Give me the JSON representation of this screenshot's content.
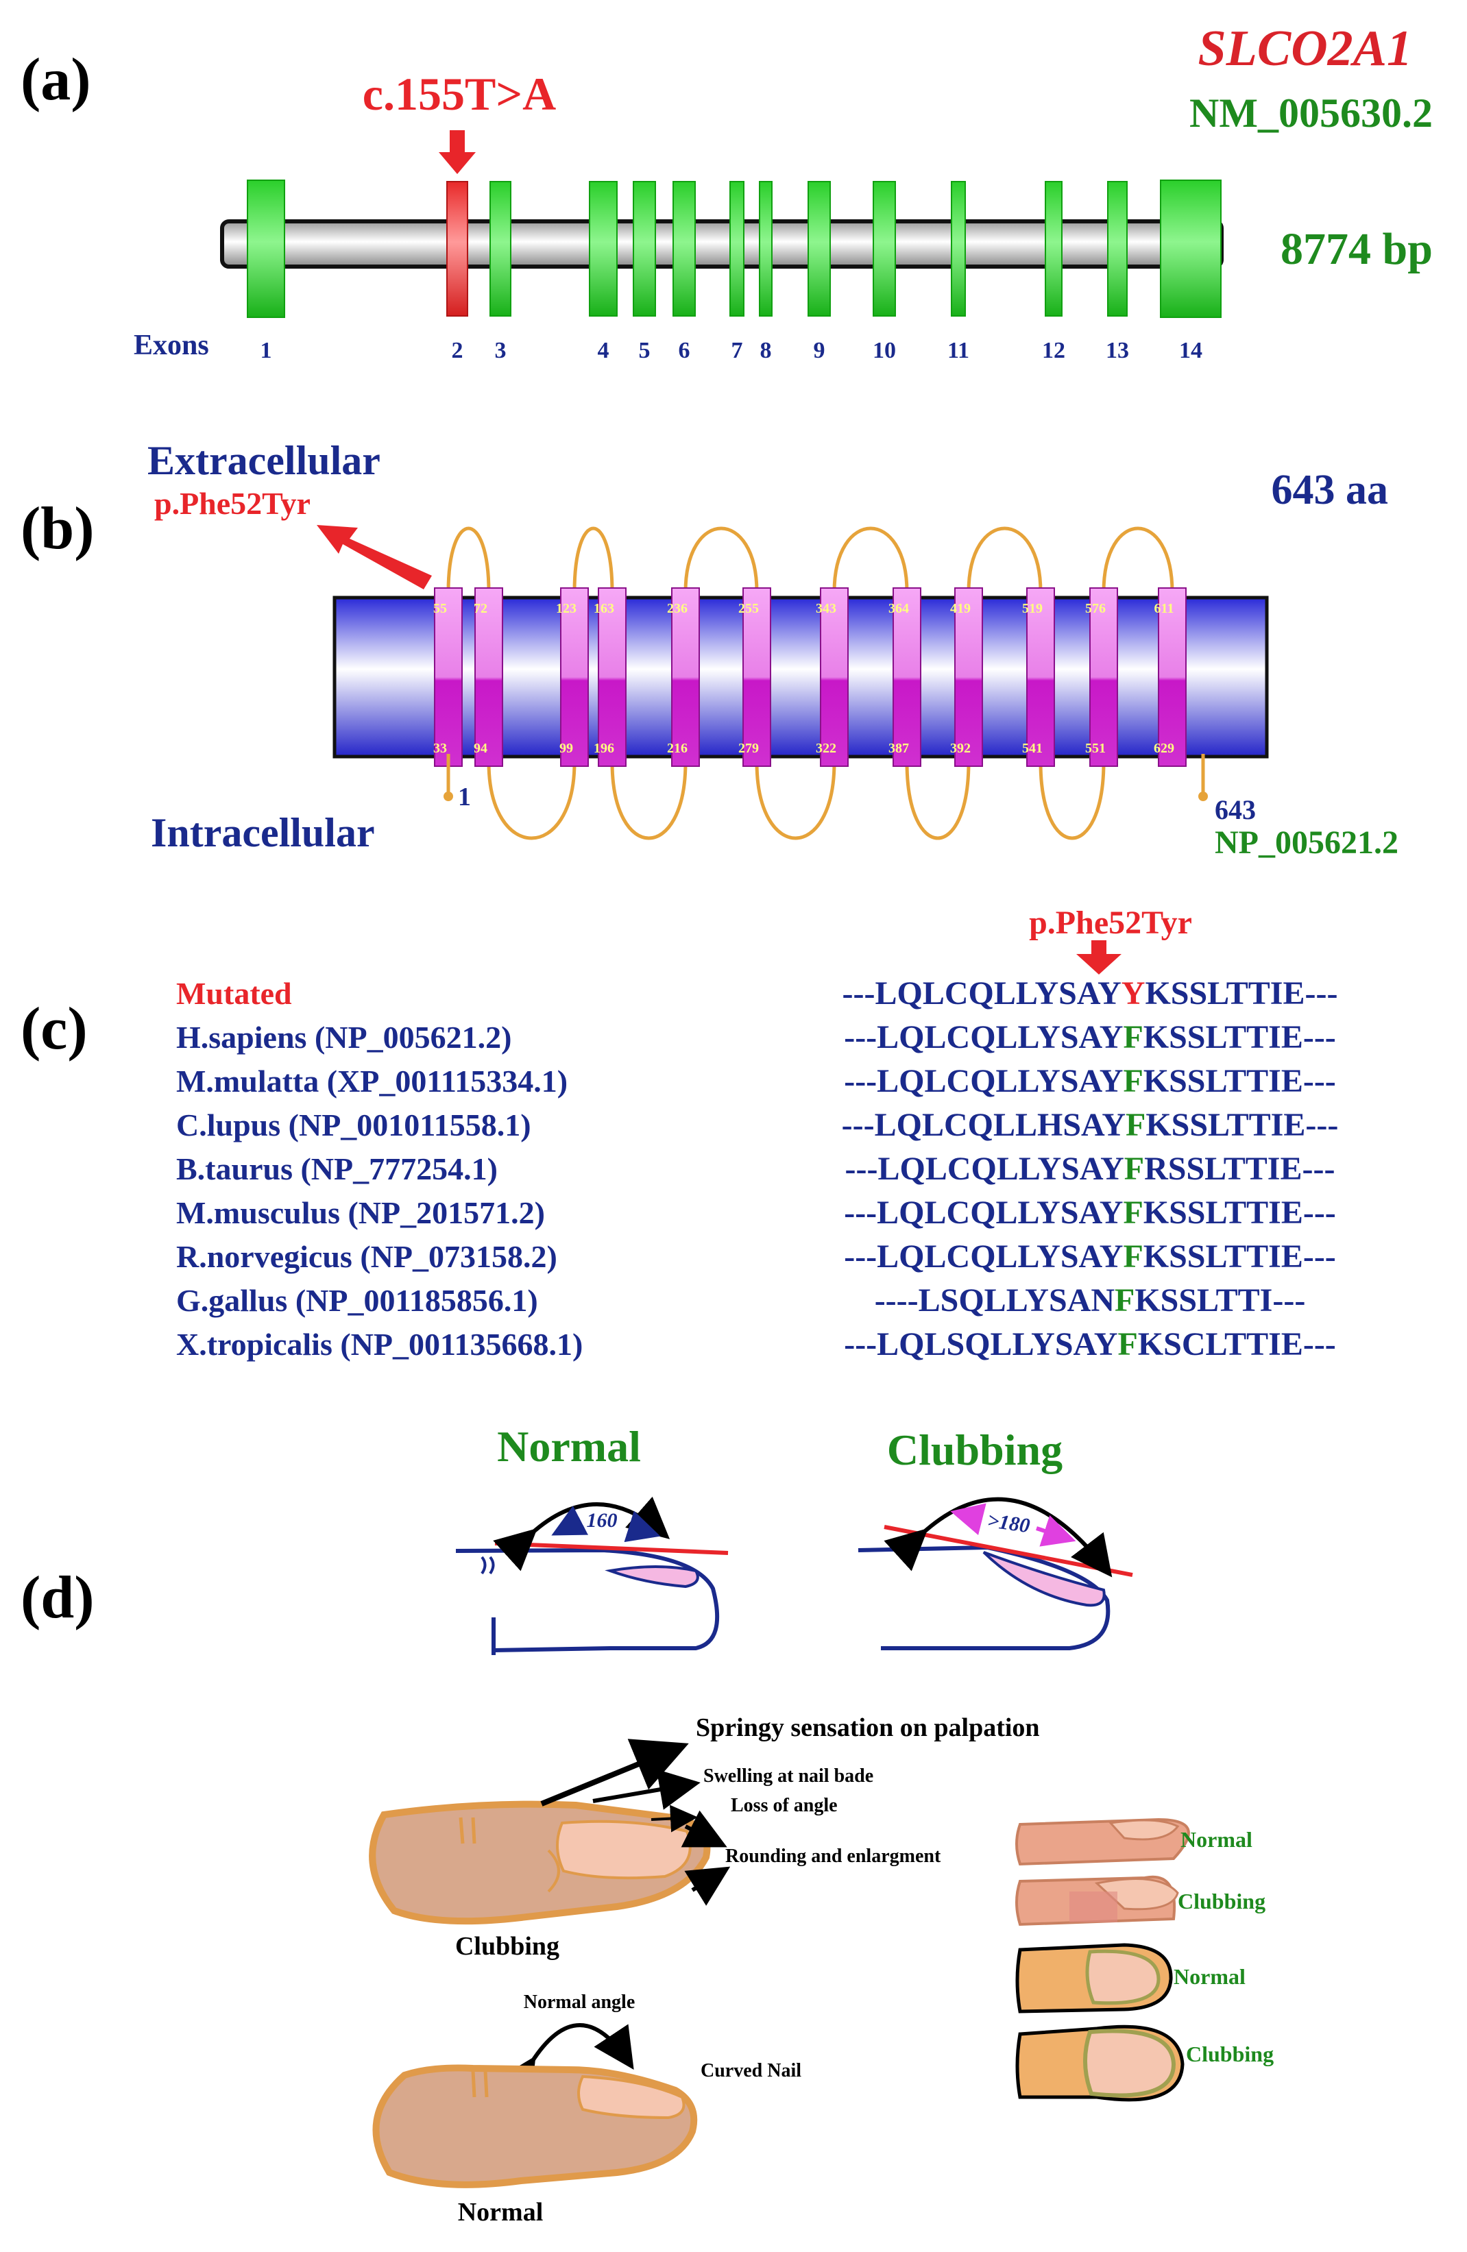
{
  "panel_a": {
    "label": "(a)",
    "gene": "SLCO2A1",
    "transcript": "NM_005630.2",
    "length": "8774 bp",
    "mutation": "c.155T>A",
    "exons_label": "Exons",
    "exons": [
      "1",
      "2",
      "3",
      "4",
      "5",
      "6",
      "7",
      "8",
      "9",
      "10",
      "11",
      "12",
      "13",
      "14"
    ],
    "mutated_exon": "2"
  },
  "panel_b": {
    "label": "(b)",
    "extracellular": "Extracellular",
    "intracellular": "Intracellular",
    "mutation": "p.Phe52Tyr",
    "protein_length": "643 aa",
    "protein_id": "NP_005621.2",
    "start": "1",
    "end": "643",
    "top_numbers": [
      "55",
      "72",
      "123",
      "163",
      "236",
      "255",
      "343",
      "364",
      "419",
      "519",
      "576",
      "611"
    ],
    "bottom_numbers": [
      "33",
      "94",
      "99",
      "196",
      "216",
      "279",
      "322",
      "387",
      "392",
      "541",
      "551",
      "629"
    ]
  },
  "panel_c": {
    "label": "(c)",
    "mutation": "p.Phe52Tyr",
    "rows": [
      {
        "name": "Mutated",
        "pre": "---LQLCQLLYSAY",
        "mid": "Y",
        "post": "KSSLTTIE---"
      },
      {
        "name": "H.sapiens (NP_005621.2)",
        "pre": "---LQLCQLLYSAY",
        "mid": "F",
        "post": "KSSLTTIE---"
      },
      {
        "name": "M.mulatta (XP_001115334.1)",
        "pre": "---LQLCQLLYSAY",
        "mid": "F",
        "post": "KSSLTTIE---"
      },
      {
        "name": "C.lupus (NP_001011558.1)",
        "pre": "---LQLCQLLHSAY",
        "mid": "F",
        "post": "KSSLTTIE---"
      },
      {
        "name": "B.taurus (NP_777254.1)",
        "pre": "---LQLCQLLYSAY",
        "mid": "F",
        "post": "RSSLTTIE---"
      },
      {
        "name": "M.musculus (NP_201571.2)",
        "pre": "---LQLCQLLYSAY",
        "mid": "F",
        "post": "KSSLTTIE---"
      },
      {
        "name": "R.norvegicus (NP_073158.2)",
        "pre": "---LQLCQLLYSAY",
        "mid": "F",
        "post": "KSSLTTIE---"
      },
      {
        "name": "G.gallus (NP_001185856.1)",
        "pre": "----LSQLLYSAN",
        "mid": "F",
        "post": "KSSLTTI---"
      },
      {
        "name": "X.tropicalis (NP_001135668.1)",
        "pre": "---LQLSQLLYSAY",
        "mid": "F",
        "post": "KSCLTTIE---"
      }
    ]
  },
  "panel_d": {
    "label": "(d)",
    "normal_title": "Normal",
    "clubbing_title": "Clubbing",
    "normal_angle": "160",
    "clubbing_angle": ">180",
    "features": [
      "Springy sensation on palpation",
      "Swelling at nail bade",
      "Loss of angle",
      "Rounding and enlargment"
    ],
    "clubbing_caption": "Clubbing",
    "normal_angle_label": "Normal angle",
    "curved_nail": "Curved Nail",
    "normal_caption": "Normal",
    "side_labels": [
      "Normal",
      "Clubbing",
      "Normal",
      "Clubbing"
    ]
  },
  "colors": {
    "exon_green": "#33d633",
    "mutation_red": "#e8252a",
    "title_red": "#d9232a",
    "dark_green": "#1e8a1e",
    "navy": "#1a2a8c",
    "tm_magenta": "#e040e0",
    "loop_orange": "#e6a33a",
    "skin": "#d8a88c",
    "skin_edge": "#e09a4a",
    "nail": "#f5c6b0"
  }
}
